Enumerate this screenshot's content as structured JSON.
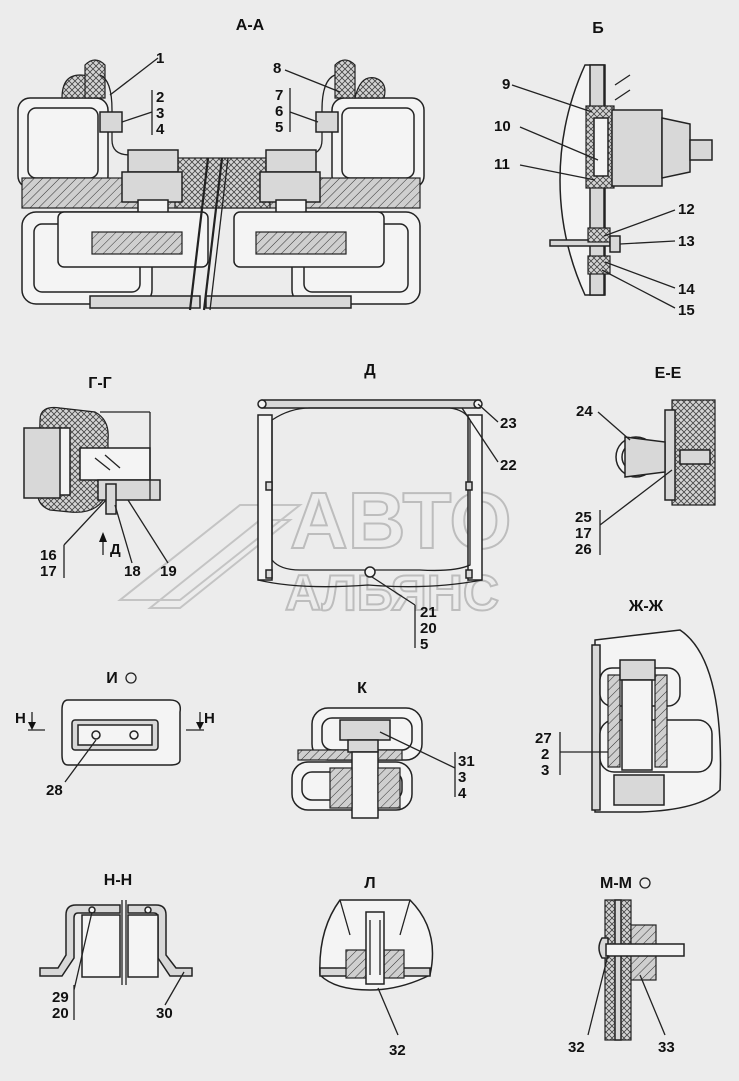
{
  "watermark": {
    "line1": "АВТО",
    "line2": "АЛЬЯНС"
  },
  "views": {
    "aa": {
      "title": "А-А",
      "callouts": [
        "1",
        "2",
        "3",
        "4",
        "8",
        "7",
        "6",
        "5"
      ]
    },
    "b": {
      "title": "Б",
      "callouts": [
        "9",
        "10",
        "11",
        "12",
        "13",
        "14",
        "15"
      ]
    },
    "gg": {
      "title": "Г-Г",
      "callouts": [
        "16",
        "17",
        "18",
        "19"
      ],
      "arrow": "Д"
    },
    "d": {
      "title": "Д",
      "callouts": [
        "23",
        "22",
        "21",
        "20",
        "5"
      ]
    },
    "ee": {
      "title": "Е-Е",
      "callouts": [
        "24",
        "25",
        "17",
        "26"
      ]
    },
    "io": {
      "title": "И",
      "callouts": [
        "28"
      ],
      "section_mark": "Н"
    },
    "k": {
      "title": "К",
      "callouts": [
        "31",
        "3",
        "4"
      ]
    },
    "zhzh": {
      "title": "Ж-Ж",
      "callouts": [
        "27",
        "2",
        "3"
      ]
    },
    "nn": {
      "title": "Н-Н",
      "callouts": [
        "29",
        "20",
        "30"
      ]
    },
    "l": {
      "title": "Л",
      "callouts": [
        "32"
      ]
    },
    "mm": {
      "title": "М-М",
      "callouts": [
        "32",
        "33"
      ]
    }
  }
}
